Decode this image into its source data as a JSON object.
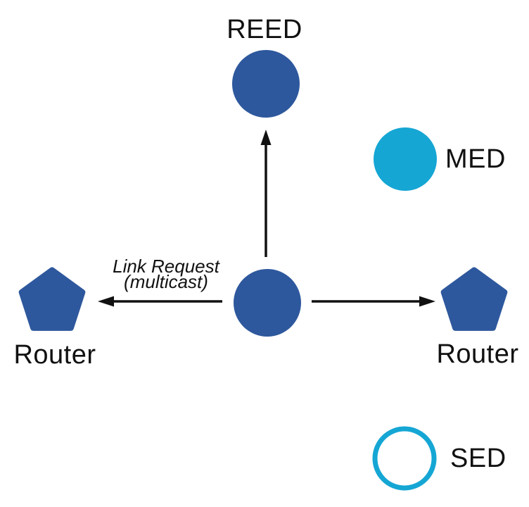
{
  "diagram": {
    "type": "thread-network-topology",
    "labels": {
      "reed": "REED",
      "med": "MED",
      "sed": "SED",
      "router_left": "Router",
      "router_right": "Router"
    },
    "annotation": {
      "line1": "Link Request",
      "line2": "(multicast)"
    },
    "nodes": [
      {
        "id": "reed",
        "label": "REED",
        "shape": "circle",
        "style": "filled-blue"
      },
      {
        "id": "med",
        "label": "MED",
        "shape": "circle",
        "style": "filled-cyan"
      },
      {
        "id": "center-device",
        "label": "",
        "shape": "circle",
        "style": "filled-blue"
      },
      {
        "id": "router-left",
        "label": "Router",
        "shape": "pentagon",
        "style": "filled-blue"
      },
      {
        "id": "router-right",
        "label": "Router",
        "shape": "pentagon",
        "style": "filled-blue"
      },
      {
        "id": "sed",
        "label": "SED",
        "shape": "circle",
        "style": "outline-cyan"
      }
    ],
    "edges": [
      {
        "from": "center-device",
        "to": "reed",
        "direction": "up",
        "message": "Link Request (multicast)"
      },
      {
        "from": "center-device",
        "to": "router-left",
        "direction": "left",
        "message": "Link Request (multicast)"
      },
      {
        "from": "center-device",
        "to": "router-right",
        "direction": "right",
        "message": "Link Request (multicast)"
      }
    ],
    "colors": {
      "router_blue": "#2E589D",
      "device_cyan": "#15A6D4",
      "arrow_black": "#111111",
      "text_black": "#111111",
      "background": "#FFFFFF"
    }
  }
}
